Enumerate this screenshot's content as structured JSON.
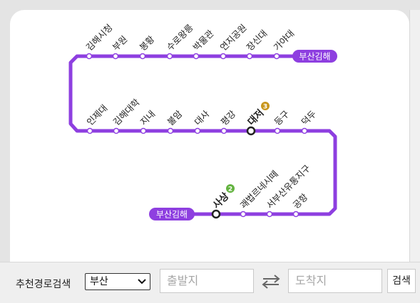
{
  "line_color": "#8e3fe0",
  "transfer_colors": {
    "line2": "#63b33f",
    "line3": "#c8961d"
  },
  "map": {
    "row1_stations": [
      "김해시청",
      "부원",
      "봉황",
      "수로왕릉",
      "박물관",
      "연지공원",
      "장신대",
      "가야대"
    ],
    "row2_stations": [
      "인제대",
      "김해대학",
      "지내",
      "불암",
      "대사",
      "평강",
      "대저",
      "등구",
      "덕두"
    ],
    "row3_stations": [
      "사상",
      "괘법르네시떼",
      "서부산유통지구",
      "공항"
    ],
    "end_label_top": "부산김해",
    "end_label_bottom": "부산김해",
    "transfers": {
      "daejeo": {
        "station": "대저",
        "badge": "3"
      },
      "sasang": {
        "station": "사상",
        "badge": "2"
      }
    }
  },
  "bottom_bar": {
    "label": "추천경로검색",
    "city_selected": "부산",
    "origin_placeholder": "출발지",
    "destination_placeholder": "도착지",
    "search_label": "검색"
  }
}
